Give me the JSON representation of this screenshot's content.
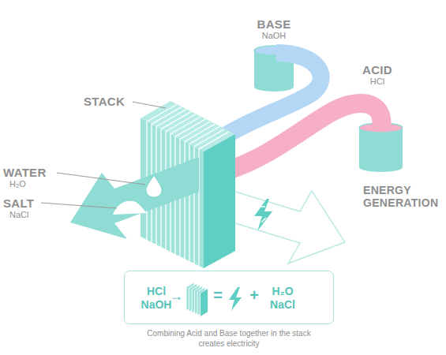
{
  "diagram": {
    "caption": "Combining Acid and Base together in the stack creates electricity",
    "nodes": [
      {
        "text": [
          "HCl NaOH",
          "→",
          "=",
          "+",
          "H₂O NaCl"
        ]
      }
    ],
    "labels": [
      "STACK",
      "BASE",
      "NaOH",
      "ACID",
      "HCl",
      "WATER",
      "H₂O",
      "SALT",
      "NaCl",
      "ENERGY GENERATION"
    ]
  }
}
